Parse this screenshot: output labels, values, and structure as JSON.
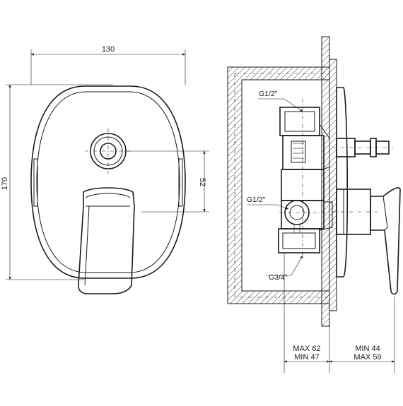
{
  "front_view": {
    "width_label": "130",
    "height_label": "170",
    "offset_label": "52"
  },
  "side_view": {
    "callout_top": "G1/2\"",
    "callout_mid": "G1/2\"",
    "callout_bottom": "G3/4\"",
    "depth_box": {
      "max": "MAX 62",
      "min": "MIN 47"
    },
    "projection": {
      "min": "MIN 44",
      "max": "MAX 59"
    }
  }
}
